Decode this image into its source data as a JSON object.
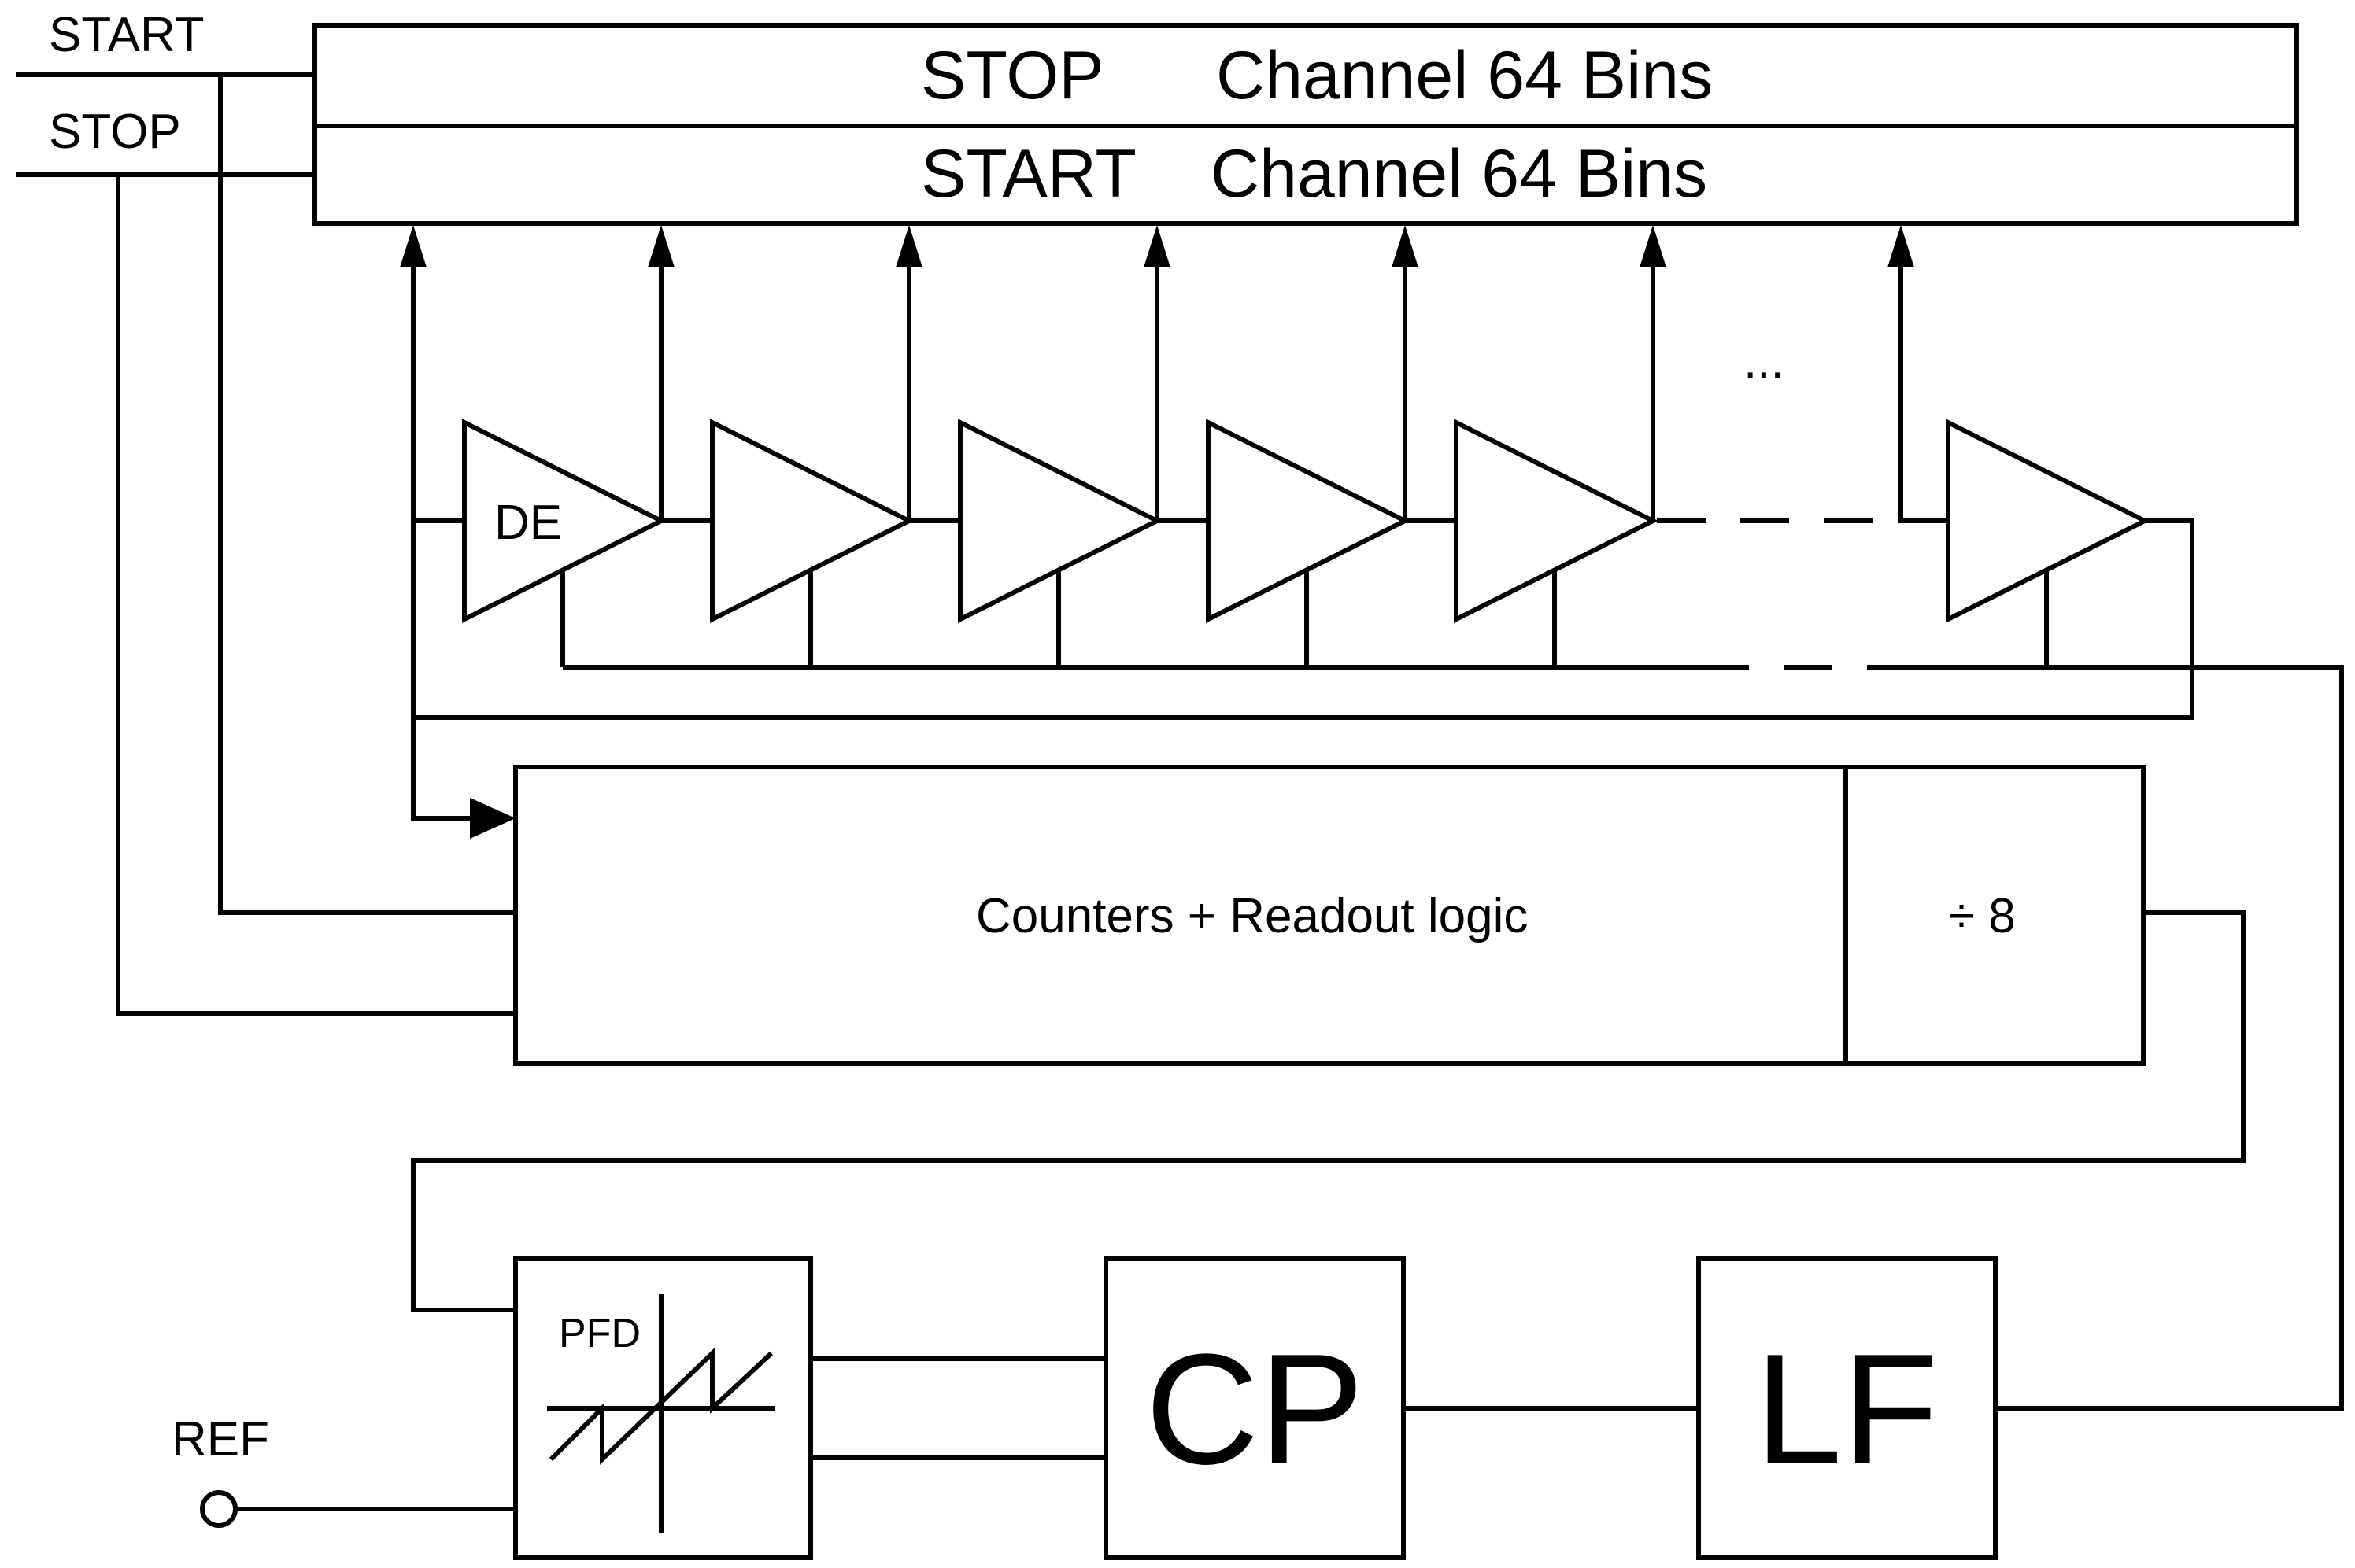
{
  "inputs": {
    "start": "START",
    "stop": "STOP",
    "ref": "REF"
  },
  "bins_register": {
    "stop_row": {
      "name": "STOP",
      "label": "Channel 64 Bins"
    },
    "start_row": {
      "name": "START",
      "label": "Channel 64 Bins"
    }
  },
  "delay_line": {
    "first_element": "DE",
    "continuation": "..."
  },
  "counters": {
    "label": "Counters + Readout logic",
    "divider": "÷ 8"
  },
  "pll": {
    "pfd": "PFD",
    "cp": "CP",
    "lf": "LF"
  },
  "colors": {
    "line": "#000000",
    "background": "#ffffff"
  }
}
